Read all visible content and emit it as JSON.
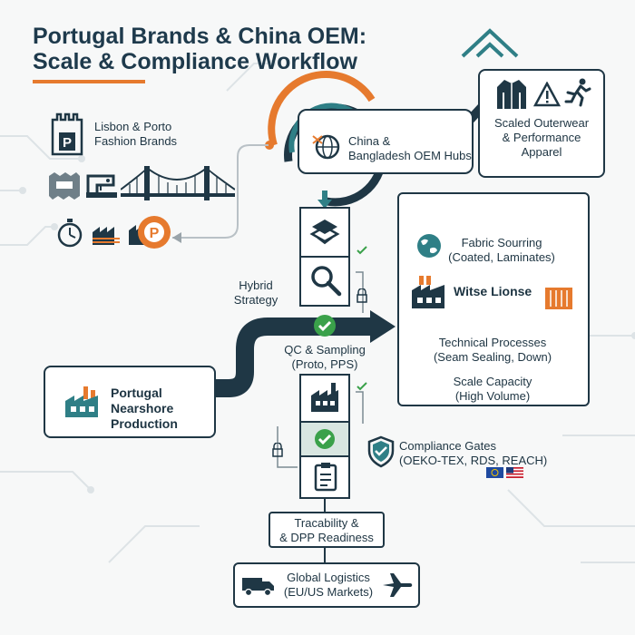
{
  "title": {
    "line1": "Portugal Brands & China OEM:",
    "line2": "Scale & Compliance Workflow"
  },
  "left": {
    "brands_line1": "Lisbon & Porto",
    "brands_line2": "Fashion Brands",
    "nearshore_line1": "Portugal",
    "nearshore_line2": "Nearshore",
    "nearshore_line3": "Production"
  },
  "oem_hub": {
    "line1": "China &",
    "line2": "Bangladesh OEM Hubs"
  },
  "apparel": {
    "line1": "Scaled Outerwear",
    "line2": "& Performance",
    "line3": "Apparel"
  },
  "flow": {
    "hybrid_line1": "Hybrid",
    "hybrid_line2": "Strategy",
    "qc_line1": "QC & Sampling",
    "qc_line2": "(Proto, PPS)",
    "compliance_line1": "Compliance Gates",
    "compliance_line2": "(OEKO-TEX, RDS, REACH)",
    "trace_line1": "Tracability &",
    "trace_line2": "& DPP Readiness",
    "logistics_line1": "Global Logistics",
    "logistics_line2": "(EU/US Markets)"
  },
  "capabilities": {
    "fabric_line1": "Fabric Sourring",
    "fabric_line2": "(Coated, Laminates)",
    "license": "Witse Lionse",
    "tech_line1": "Technical Processes",
    "tech_line2": "(Seam Sealing, Down)",
    "scale_line1": "Scale Capacity",
    "scale_line2": "(High Volume)"
  },
  "icons": {
    "cube": "cube-icon",
    "magnifier": "magnifier-icon",
    "check": "check-icon",
    "factory": "factory-icon",
    "clipboard": "clipboard-icon",
    "shield": "shield-check-icon",
    "truck": "truck-icon",
    "plane": "airplane-icon",
    "globe": "globe-icon",
    "jacket": "jacket-icon",
    "warning": "warning-icon",
    "runner": "runner-icon",
    "lock": "lock-icon"
  },
  "colors": {
    "navy": "#1f3745",
    "teal": "#2f7f86",
    "orange": "#e67a2e",
    "green": "#3aa14a"
  }
}
